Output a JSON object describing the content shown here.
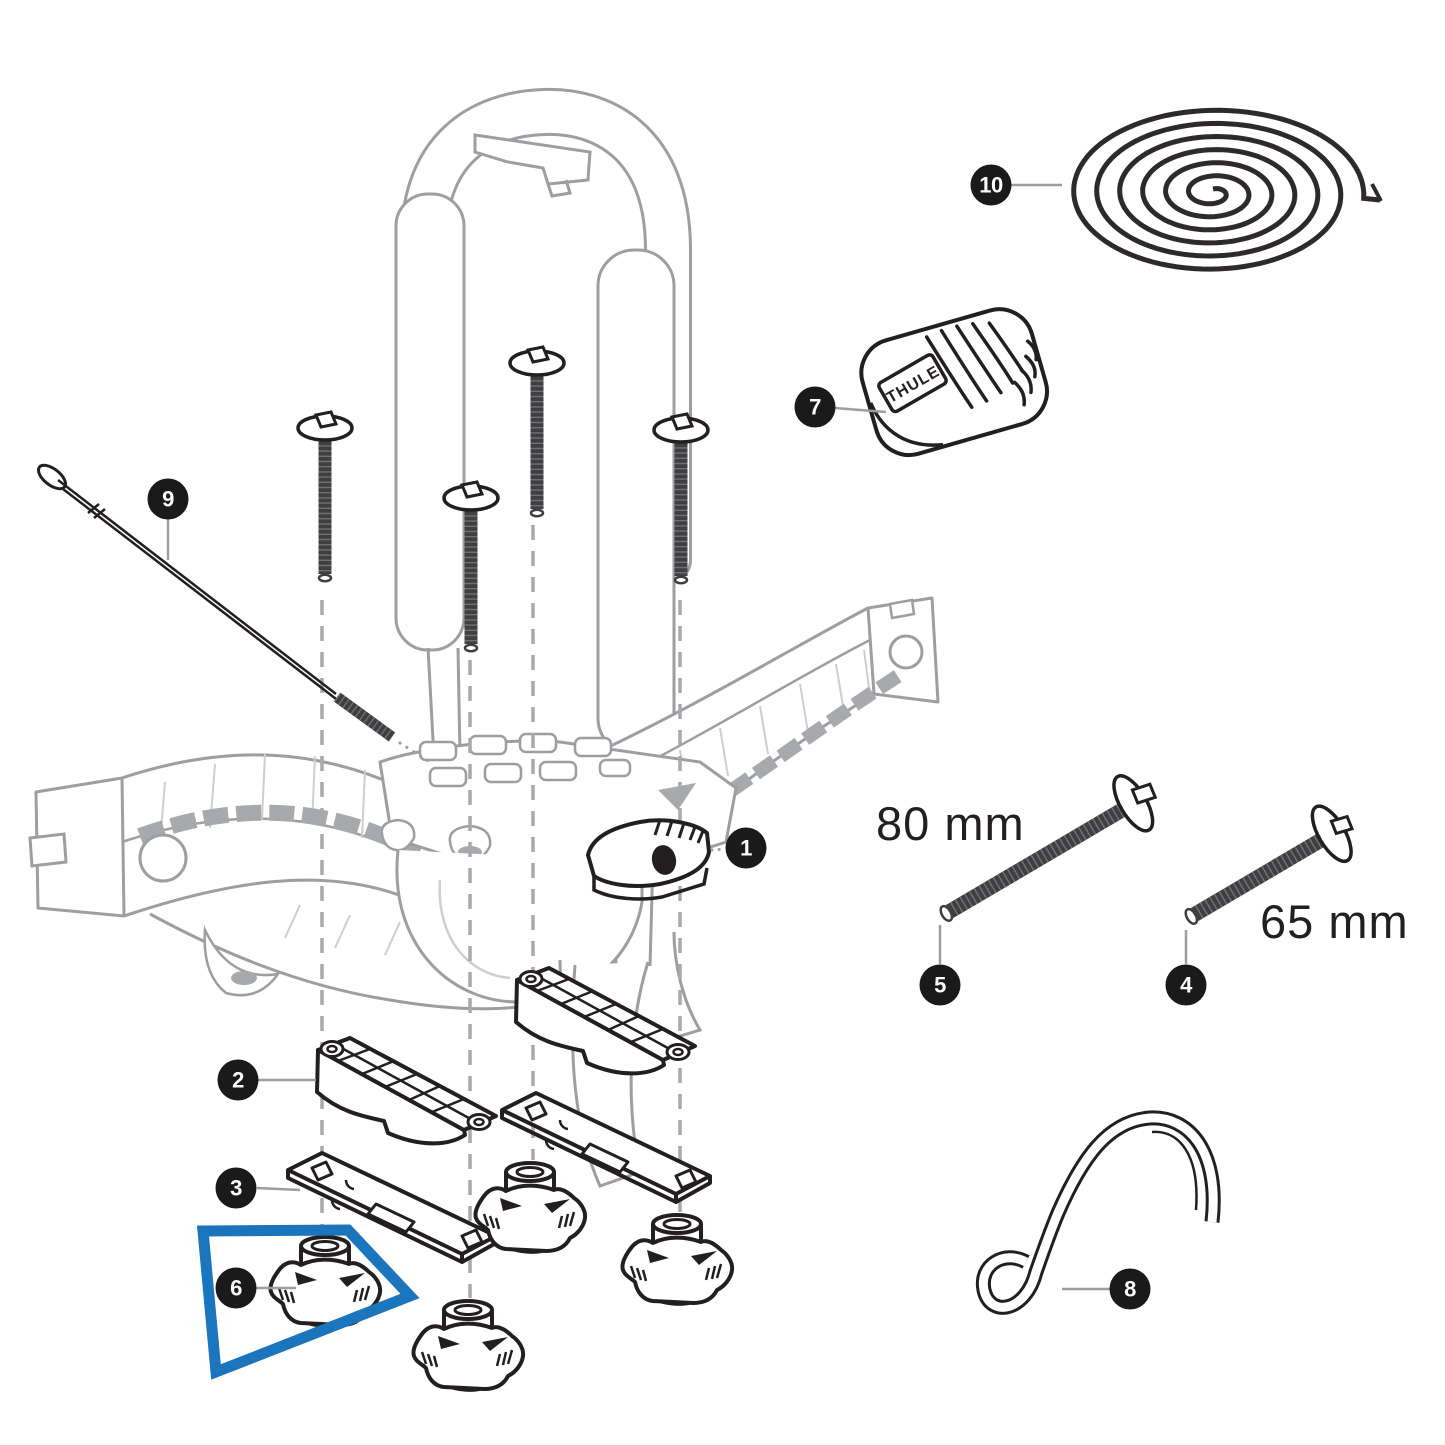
{
  "diagram": {
    "type": "exploded-parts-diagram",
    "background": "#ffffff",
    "colors": {
      "part_outline": "#231f20",
      "assembly_outline": "#9c9ea1",
      "tread_gray": "#a7a9ac",
      "highlight_blue": "#1b75bc",
      "callout_bg": "#1a1a1a",
      "callout_text": "#ffffff"
    },
    "brand_logo_text": "THULE",
    "dimension_labels": {
      "long_bolt": "80 mm",
      "short_bolt": "65 mm"
    },
    "highlighted_part_number": "6",
    "callouts": [
      {
        "number": "1"
      },
      {
        "number": "2"
      },
      {
        "number": "3"
      },
      {
        "number": "4"
      },
      {
        "number": "5"
      },
      {
        "number": "6"
      },
      {
        "number": "7"
      },
      {
        "number": "8"
      },
      {
        "number": "9"
      },
      {
        "number": "10"
      }
    ]
  }
}
